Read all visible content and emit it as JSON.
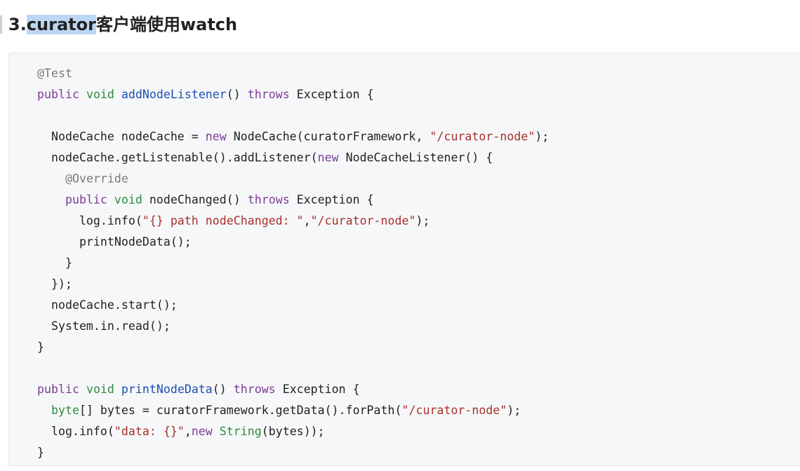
{
  "heading": {
    "number": "3.",
    "highlighted": "curator",
    "rest": "客户端使用watch"
  },
  "code_lines": [
    [
      {
        "t": "ann",
        "v": "@Test"
      }
    ],
    [
      {
        "t": "kw",
        "v": "public"
      },
      {
        "t": "pl",
        "v": " "
      },
      {
        "t": "type",
        "v": "void"
      },
      {
        "t": "pl",
        "v": " "
      },
      {
        "t": "fn",
        "v": "addNodeListener"
      },
      {
        "t": "pl",
        "v": "() "
      },
      {
        "t": "kw",
        "v": "throws"
      },
      {
        "t": "pl",
        "v": " Exception {"
      }
    ],
    [],
    [
      {
        "t": "pl",
        "v": "  NodeCache nodeCache = "
      },
      {
        "t": "kw",
        "v": "new"
      },
      {
        "t": "pl",
        "v": " NodeCache(curatorFramework, "
      },
      {
        "t": "str",
        "v": "\"/curator-node\""
      },
      {
        "t": "pl",
        "v": ");"
      }
    ],
    [
      {
        "t": "pl",
        "v": "  nodeCache.getListenable().addListener("
      },
      {
        "t": "kw",
        "v": "new"
      },
      {
        "t": "pl",
        "v": " NodeCacheListener() {"
      }
    ],
    [
      {
        "t": "pl",
        "v": "    "
      },
      {
        "t": "ann",
        "v": "@Override"
      }
    ],
    [
      {
        "t": "pl",
        "v": "    "
      },
      {
        "t": "kw",
        "v": "public"
      },
      {
        "t": "pl",
        "v": " "
      },
      {
        "t": "type",
        "v": "void"
      },
      {
        "t": "pl",
        "v": " nodeChanged() "
      },
      {
        "t": "kw",
        "v": "throws"
      },
      {
        "t": "pl",
        "v": " Exception {"
      }
    ],
    [
      {
        "t": "pl",
        "v": "      log.info("
      },
      {
        "t": "str",
        "v": "\"{} path nodeChanged: \""
      },
      {
        "t": "pl",
        "v": ","
      },
      {
        "t": "str",
        "v": "\"/curator-node\""
      },
      {
        "t": "pl",
        "v": ");"
      }
    ],
    [
      {
        "t": "pl",
        "v": "      printNodeData();"
      }
    ],
    [
      {
        "t": "pl",
        "v": "    }"
      }
    ],
    [
      {
        "t": "pl",
        "v": "  });"
      }
    ],
    [
      {
        "t": "pl",
        "v": "  nodeCache.start();"
      }
    ],
    [
      {
        "t": "pl",
        "v": "  System.in.read();"
      }
    ],
    [
      {
        "t": "pl",
        "v": "}"
      }
    ],
    [],
    [
      {
        "t": "kw",
        "v": "public"
      },
      {
        "t": "pl",
        "v": " "
      },
      {
        "t": "type",
        "v": "void"
      },
      {
        "t": "pl",
        "v": " "
      },
      {
        "t": "fn",
        "v": "printNodeData"
      },
      {
        "t": "pl",
        "v": "() "
      },
      {
        "t": "kw",
        "v": "throws"
      },
      {
        "t": "pl",
        "v": " Exception {"
      }
    ],
    [
      {
        "t": "pl",
        "v": "  "
      },
      {
        "t": "type",
        "v": "byte"
      },
      {
        "t": "pl",
        "v": "[] bytes = curatorFramework.getData().forPath("
      },
      {
        "t": "str",
        "v": "\"/curator-node\""
      },
      {
        "t": "pl",
        "v": ");"
      }
    ],
    [
      {
        "t": "pl",
        "v": "  log.info("
      },
      {
        "t": "str",
        "v": "\"data: {}\""
      },
      {
        "t": "pl",
        "v": ","
      },
      {
        "t": "kw",
        "v": "new"
      },
      {
        "t": "pl",
        "v": " "
      },
      {
        "t": "type",
        "v": "String"
      },
      {
        "t": "pl",
        "v": "(bytes));"
      }
    ],
    [
      {
        "t": "pl",
        "v": "}"
      }
    ]
  ],
  "colors": {
    "keyword": "#7c3d93",
    "type": "#2f8a41",
    "function": "#1f4fb0",
    "string": "#a8312c",
    "annotation": "#7a7a7a",
    "heading_highlight": "#bcd6f4",
    "code_background": "#f6f7f9"
  }
}
